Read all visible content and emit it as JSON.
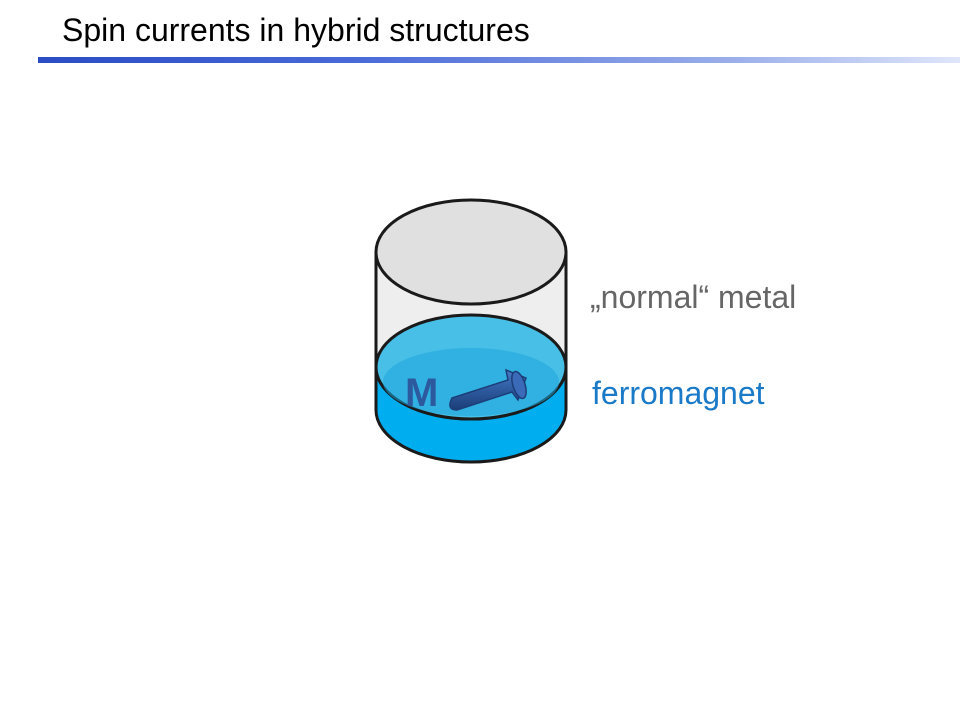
{
  "slide": {
    "title": "Spin currents in hybrid structures",
    "rule_color_start": "#2a4cc4",
    "rule_color_end": "#dfe6fa"
  },
  "diagram": {
    "layers": [
      {
        "label": "„normal“ metal",
        "color": "#e6e6e6",
        "text_color": "#666666"
      },
      {
        "label": "ferromagnet",
        "color": "#00aeef",
        "text_color": "#1a7ac8"
      }
    ],
    "magnetization_symbol": "M",
    "magnetization_direction": "right",
    "arrow_color": "#2d5a9e"
  }
}
